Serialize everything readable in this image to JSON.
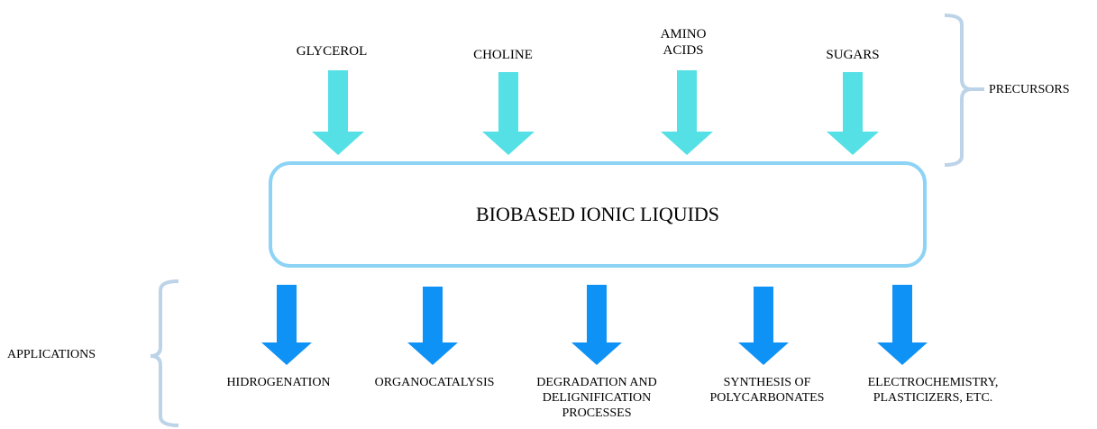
{
  "precursors": {
    "label": "PRECURSORS",
    "items": [
      {
        "lines": [
          "GLYCEROL"
        ]
      },
      {
        "lines": [
          "CHOLINE"
        ]
      },
      {
        "lines": [
          "AMINO",
          "ACIDS"
        ]
      },
      {
        "lines": [
          "SUGARS"
        ]
      }
    ]
  },
  "center": {
    "title": "BIOBASED IONIC LIQUIDS"
  },
  "applications": {
    "label": "APPLICATIONS",
    "items": [
      {
        "lines": [
          "HIDROGENATION"
        ]
      },
      {
        "lines": [
          "ORGANOCATALYSIS"
        ]
      },
      {
        "lines": [
          "DEGRADATION AND",
          "DELIGNIFICATION",
          "PROCESSES"
        ]
      },
      {
        "lines": [
          "SYNTHESIS OF",
          "POLYCARBONATES"
        ]
      },
      {
        "lines": [
          "ELECTROCHEMISTRY,",
          "PLASTICIZERS, ETC."
        ]
      }
    ]
  },
  "colors": {
    "precursor_arrow": "#55e0e6",
    "application_arrow": "#0f92f5",
    "box_border": "#8cd3f5",
    "bracket": "#bcd3e8"
  }
}
